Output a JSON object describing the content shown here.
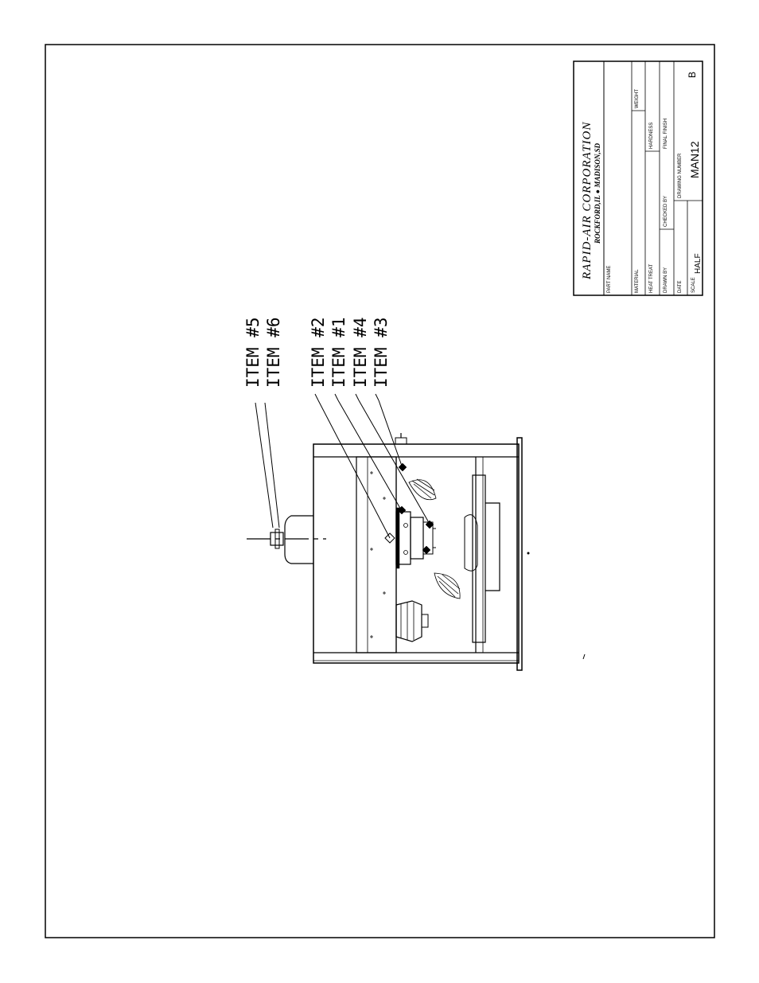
{
  "title_block": {
    "company": "RAPID-AIR CORPORATION",
    "location": "ROCKFORD,IL ● MADISON,SD",
    "revision": "B",
    "labels": {
      "part_name": "PART NAME",
      "material": "MATERIAL",
      "weight": "WEIGHT",
      "heat_treat": "HEAT TREAT",
      "hardness": "HARDNESS",
      "drawn_by": "DRAWN BY",
      "checked_by": "CHECKED BY",
      "final_finish": "FINAL FINISH",
      "date": "DATE",
      "drawing_number": "DRAWING NUMBER",
      "scale": "SCALE"
    },
    "values": {
      "drawing_number": "MAN12",
      "scale": "HALF"
    }
  },
  "callouts": {
    "item5": "ITEM #5",
    "item6": "ITEM #6",
    "item2": "ITEM #2",
    "item1": "ITEM #1",
    "item4": "ITEM #4",
    "item3": "ITEM #3"
  }
}
